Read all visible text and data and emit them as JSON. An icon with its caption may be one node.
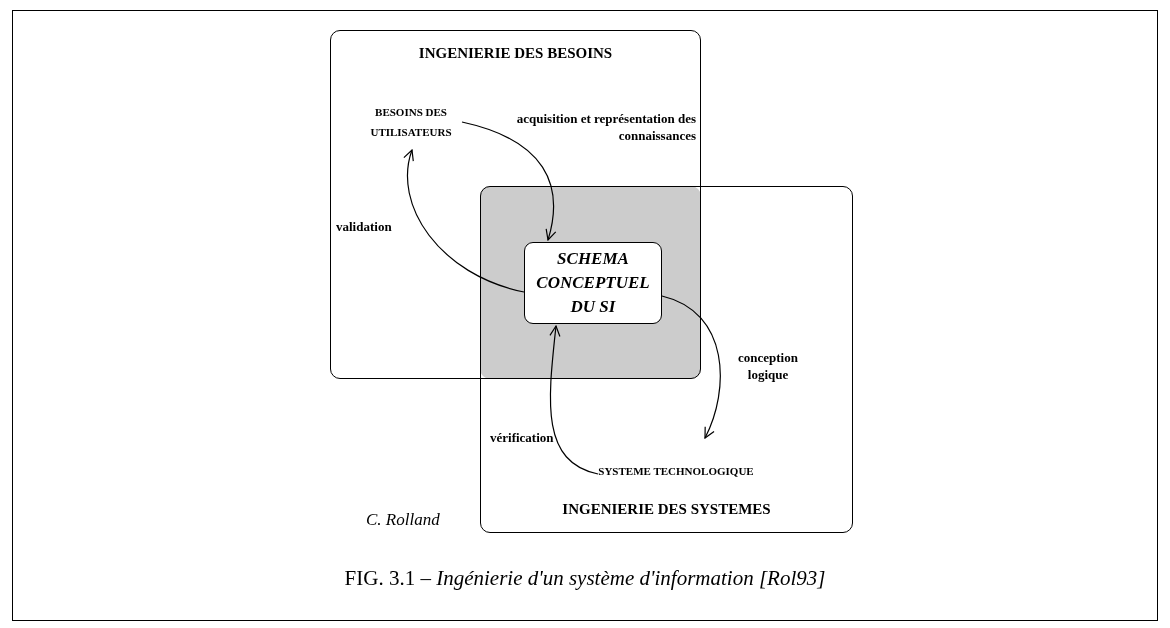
{
  "diagram": {
    "caption": "FIG. 3.1 – *Ingénierie d'un système d'information [Rol93]*",
    "nodes": [
      {
        "text": [
          "INGENIERIE DES BESOINS"
        ]
      },
      {
        "text": [
          "BESOINS DES UTILISATEURS"
        ],
        "in": 0
      },
      {
        "text": [
          "SCHEMA CONCEPTUEL DU SI"
        ]
      },
      {
        "text": [
          "INGENIERIE DES SYSTEMES"
        ]
      },
      {
        "text": [
          "SYSTEME TECHNOLOGIQUE"
        ],
        "in": 3
      }
    ],
    "edges": [
      {
        "from": 1,
        "to": 2,
        "arrow": "to",
        "label": "acquisition et représentation des connaissances"
      },
      {
        "from": 2,
        "to": 1,
        "arrow": "to",
        "label": "validation"
      },
      {
        "from": 2,
        "to": 4,
        "arrow": "to",
        "label": "conception logique"
      },
      {
        "from": 4,
        "to": 2,
        "arrow": "to",
        "label": "vérification"
      }
    ],
    "labels": [
      "C. Rolland"
    ]
  }
}
